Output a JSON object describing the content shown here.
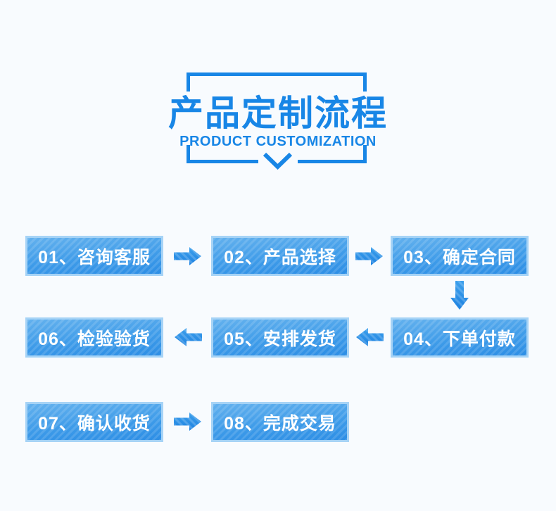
{
  "header": {
    "title": "产品定制流程",
    "subtitle": "PRODUCT CUSTOMIZATION"
  },
  "steps": [
    {
      "number": "01",
      "label": "01、咨询客服"
    },
    {
      "number": "02",
      "label": "02、产品选择"
    },
    {
      "number": "03",
      "label": "03、确定合同"
    },
    {
      "number": "04",
      "label": "04、下单付款"
    },
    {
      "number": "05",
      "label": "05、安排发货"
    },
    {
      "number": "06",
      "label": "06、检验验货"
    },
    {
      "number": "07",
      "label": "07、确认收货"
    },
    {
      "number": "08",
      "label": "08、完成交易"
    }
  ],
  "flow_order": [
    "01",
    "02",
    "03",
    "04",
    "05",
    "06",
    "07",
    "08"
  ],
  "colors": {
    "accent_blue": "#1886E6",
    "box_border": "#A6D3F6",
    "box_gradient_top": "#63B1EE",
    "box_gradient_bottom": "#2D8EE5",
    "arrow_blue": "#2590E9",
    "background": "#F8FBFE",
    "step_text": "#FFFFFF"
  }
}
